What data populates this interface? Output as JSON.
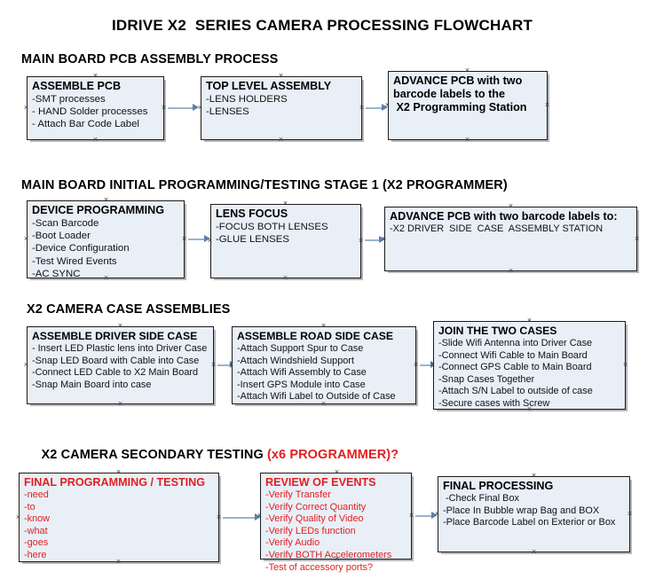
{
  "document": {
    "title": "IDRIVE X2  SERIES CAMERA PROCESSING FLOWCHART"
  },
  "sections": [
    {
      "id": "main-board-pcb-assembly-process",
      "heading": "MAIN BOARD PCB ASSEMBLY PROCESS",
      "heading_note": "",
      "boxes": [
        {
          "id": "assemble-pcb",
          "title": "ASSEMBLE PCB",
          "lines": [
            "-SMT processes",
            "- HAND Solder processes",
            "- Attach Bar Code Label"
          ],
          "color": "black"
        },
        {
          "id": "top-level-assembly",
          "title": "TOP LEVEL ASSEMBLY",
          "lines": [
            "-LENS HOLDERS",
            "-LENSES"
          ],
          "color": "black"
        },
        {
          "id": "advance-pcb-to-x2-programming-station",
          "title": "ADVANCE PCB with two\nbarcode labels to the\n X2 Programming Station",
          "lines": [],
          "color": "black"
        }
      ]
    },
    {
      "id": "main-board-initial-programming",
      "heading": "MAIN BOARD INITIAL PROGRAMMING/TESTING STAGE 1 (X2 PROGRAMMER)",
      "heading_note": "",
      "boxes": [
        {
          "id": "device-programming",
          "title": "DEVICE PROGRAMMING",
          "lines": [
            "-Scan Barcode",
            "-Boot Loader",
            "-Device Configuration",
            "-Test Wired Events",
            "-AC SYNC"
          ],
          "color": "black"
        },
        {
          "id": "lens-focus",
          "title": "LENS FOCUS",
          "lines": [
            "-FOCUS BOTH LENSES",
            "-GLUE LENSES"
          ],
          "color": "black"
        },
        {
          "id": "advance-pcb-to-driver-side-case-assembly",
          "title": "ADVANCE PCB with two barcode labels to:",
          "lines": [
            "-X2 DRIVER  SIDE  CASE  ASSEMBLY STATION"
          ],
          "color": "black"
        }
      ]
    },
    {
      "id": "x2-camera-case-assemblies",
      "heading": "X2 CAMERA CASE ASSEMBLIES",
      "heading_note": "",
      "boxes": [
        {
          "id": "assemble-driver-side-case",
          "title": "ASSEMBLE DRIVER SIDE CASE",
          "lines": [
            "- Insert LED Plastic lens into Driver Case",
            "-Snap LED Board with Cable into Case",
            "-Connect LED Cable to X2 Main Board",
            "-Snap Main Board into case"
          ],
          "color": "black"
        },
        {
          "id": "assemble-road-side-case",
          "title": "ASSEMBLE ROAD SIDE CASE",
          "lines": [
            "-Attach Support Spur to Case",
            "-Attach Windshield Support",
            "-Attach Wifi Assembly to Case",
            "-Insert GPS Module into Case",
            "-Attach Wifi Label to Outside of Case"
          ],
          "color": "black"
        },
        {
          "id": "join-the-two-cases",
          "title": "JOIN THE TWO CASES",
          "lines": [
            "-Slide Wifi Antenna into Driver Case",
            "-Connect Wifi Cable to Main Board",
            "-Connect GPS Cable to Main Board",
            "-Snap Cases Together",
            "-Attach S/N Label to outside of case",
            "-Secure cases with Screw"
          ],
          "color": "black"
        }
      ]
    },
    {
      "id": "x2-camera-secondary-testing",
      "heading": "X2 CAMERA SECONDARY TESTING ",
      "heading_note": "(x6 PROGRAMMER)?",
      "boxes": [
        {
          "id": "final-programming-testing",
          "title": "FINAL PROGRAMMING / TESTING",
          "lines": [
            "-need",
            "-to",
            "-know",
            "-what",
            "-goes",
            "-here"
          ],
          "color": "red"
        },
        {
          "id": "review-of-events",
          "title": "REVIEW OF EVENTS",
          "lines": [
            "-Verify Transfer",
            "-Verify Correct Quantity",
            "-Verify Quality of Video",
            "-Verify LEDs function",
            "-Verify Audio",
            "-Verify BOTH Accelerometers",
            "-Test of accessory ports?"
          ],
          "color": "red"
        },
        {
          "id": "final-processing",
          "title": "FINAL PROCESSING",
          "lines": [
            " -Check Final Box",
            "-Place In Bubble wrap Bag and BOX",
            "-Place Barcode Label on Exterior or Box"
          ],
          "color": "black"
        }
      ]
    }
  ],
  "colors": {
    "box_fill": "#e9eff7",
    "box_border": "#1a1a1a",
    "connector": "#9bb3ce",
    "arrow": "#5d7fa8",
    "accent_red": "#e02020",
    "text": "#111111"
  }
}
